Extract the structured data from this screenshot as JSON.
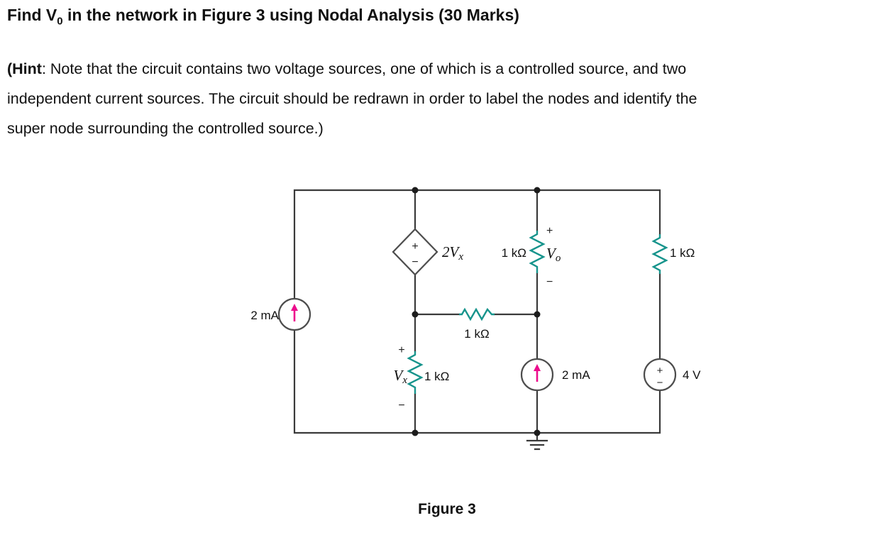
{
  "header": {
    "title_pre": "Find V",
    "title_sub": "0",
    "title_post": " in the network in Figure 3 using Nodal Analysis (30 Marks)",
    "hint_bold": "(Hint",
    "hint_line1_rest": ": Note that the circuit contains two voltage sources, one of which is a controlled source, and two",
    "hint_line2": "independent current sources. The circuit should be redrawn in order to label the nodes and identify the",
    "hint_line3": "super node surrounding the controlled source.)"
  },
  "figure": {
    "caption": "Figure 3"
  },
  "circuit": {
    "src_left_label": "2 mA",
    "dep_src_plus": "+",
    "dep_src_minus": "−",
    "dep_src_coeff": "2V",
    "dep_src_sub": "x",
    "res_vo_value": "1 kΩ",
    "vo_plus": "+",
    "vo_name": "V",
    "vo_sub": "o",
    "vo_minus": "−",
    "res_right_value": "1 kΩ",
    "res_mid_value": "1 kΩ",
    "vx_plus": "+",
    "vx_name": "V",
    "vx_sub": "x",
    "vx_minus": "−",
    "res_vx_value": "1 kΩ",
    "src_bottom_label": "2 mA",
    "src_right_plus": "+",
    "src_right_minus": "−",
    "src_right_label": "4 V"
  },
  "colors": {
    "wire": "#3a3a3a",
    "resistor": "#17948c",
    "accent": "#ec0c8c",
    "outline": "#4d4d4d"
  }
}
